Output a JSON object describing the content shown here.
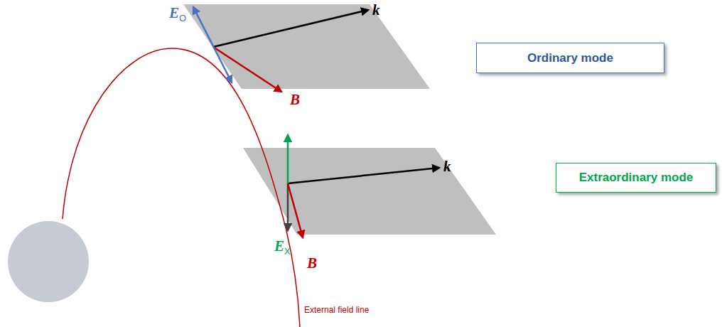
{
  "diagram": {
    "nodes": [
      {
        "text": [
          "Ordinary mode"
        ]
      },
      {
        "text": [
          "Extraordinary mode"
        ]
      }
    ],
    "labels": [
      "EO",
      "k",
      "B",
      "EX",
      "k",
      "B",
      "External field line"
    ]
  }
}
